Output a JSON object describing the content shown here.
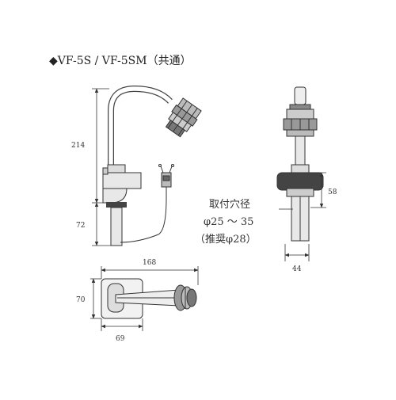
{
  "title": "◆VF-5S / VF-5SM（共通）",
  "dimensions": {
    "height_total": "214",
    "height_below_counter": "72",
    "spout_reach": "168",
    "base_depth": "70",
    "base_width": "69",
    "counter_clamp": "58",
    "shank_width": "44"
  },
  "hole_note": {
    "line1": "取付穴径",
    "line2": "φ25 ～ 35",
    "line3": "（推奨φ28）"
  }
}
